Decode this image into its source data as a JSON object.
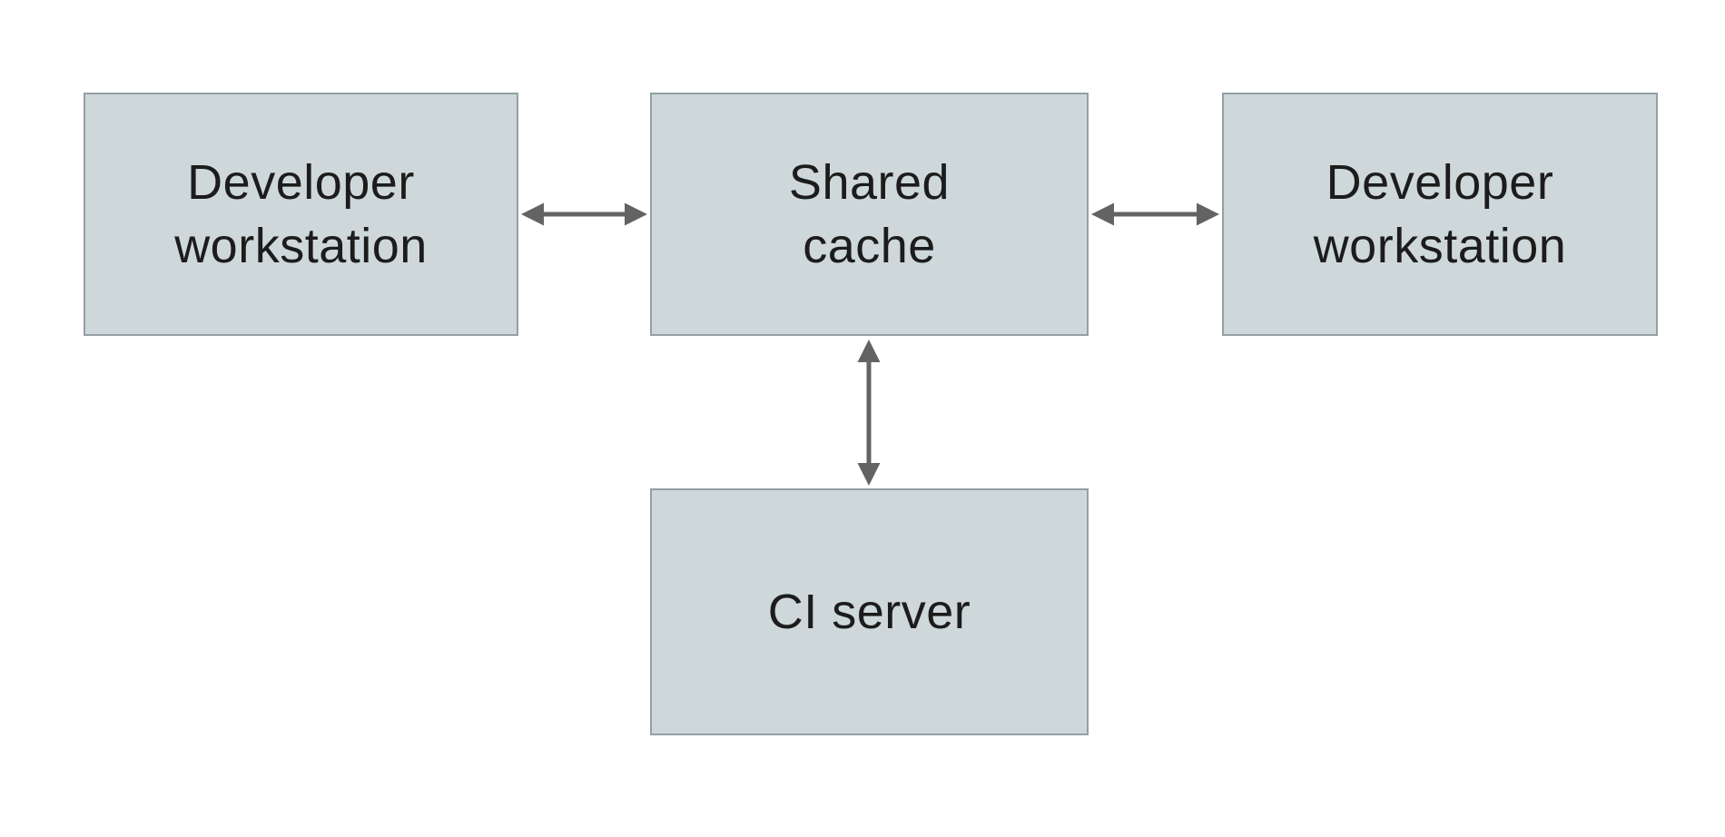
{
  "diagram": {
    "type": "architecture-diagram",
    "nodes": [
      {
        "id": "developer-workstation-left",
        "label": "Developer\nworkstation"
      },
      {
        "id": "shared-cache",
        "label": "Shared\ncache"
      },
      {
        "id": "developer-workstation-right",
        "label": "Developer\nworkstation"
      },
      {
        "id": "ci-server",
        "label": "CI server"
      }
    ],
    "edges": [
      {
        "from": "developer-workstation-left",
        "to": "shared-cache",
        "direction": "bidirectional"
      },
      {
        "from": "developer-workstation-right",
        "to": "shared-cache",
        "direction": "bidirectional"
      },
      {
        "from": "ci-server",
        "to": "shared-cache",
        "direction": "bidirectional"
      }
    ],
    "colors": {
      "node_fill": "#ced8da",
      "node_border": "#93a0a4",
      "arrow": "#636363",
      "text": "#1c1c1c",
      "background": "#ffffff"
    }
  }
}
